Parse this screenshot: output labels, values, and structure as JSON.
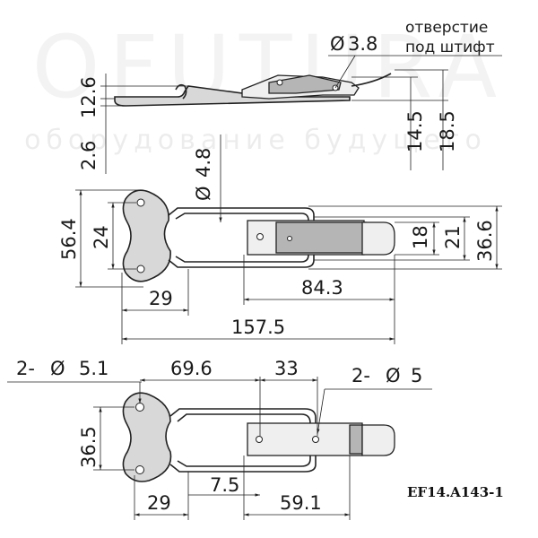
{
  "watermark": {
    "brand": "OFUTURA",
    "tagline": "оборудование будущего"
  },
  "side_view": {
    "pin_hole_note_symbol": "Ø",
    "pin_hole_note_value": "3.8",
    "pin_hole_note_line1": "отверстие",
    "pin_hole_note_line2": "под штифт",
    "dim_height_left": "12.6",
    "dim_thickness": "2.6",
    "dim_height_mid": "14.5",
    "dim_height_total": "18.5"
  },
  "top_view": {
    "dim_hole_symbol": "Ø",
    "dim_hole": "4.8",
    "dim_plate_height": "56.4",
    "dim_hole_spacing": "24",
    "dim_plate_width": "29",
    "dim_hook_length": "84.3",
    "dim_total_length": "157.5",
    "dim_tongue_height": "18",
    "dim_body_inner": "21",
    "dim_body_outer": "36.6"
  },
  "bottom_view": {
    "dim_holes_label_prefix": "2-",
    "dim_holes_symbol": "Ø",
    "dim_holes_value": "5.1",
    "dim_span": "69.6",
    "dim_keeper_holes": "33",
    "dim_keeper_label_prefix": "2-",
    "dim_keeper_symbol": "Ø",
    "dim_keeper_value": "5",
    "dim_hole_spacing": "36.5",
    "dim_plate_width": "29",
    "dim_offset": "7.5",
    "dim_keeper_length": "59.1"
  },
  "part_code": "EF14.A143-1"
}
